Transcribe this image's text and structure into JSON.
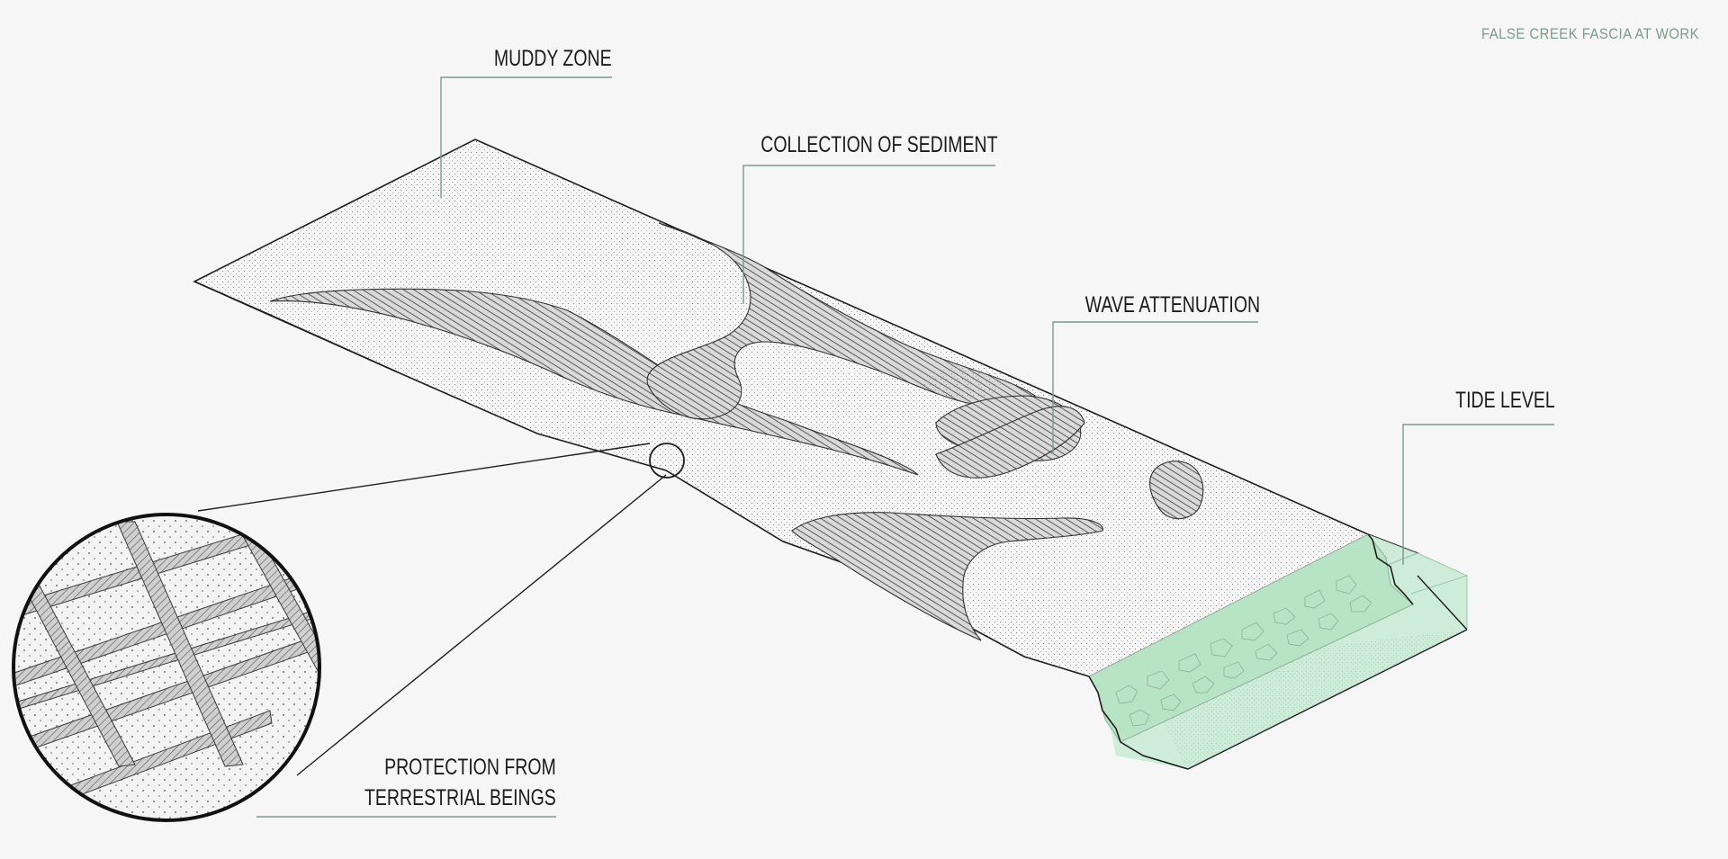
{
  "brand": {
    "title": "FALSE CREEK FASCIA AT WORK",
    "color": "#7c9a8d"
  },
  "labels": {
    "muddy_zone": "MUDDY ZONE",
    "sediment": "COLLECTION OF SEDIMENT",
    "wave": "WAVE ATTENUATION",
    "tide": "TIDE LEVEL",
    "protection_line1": "PROTECTION FROM",
    "protection_line2": "TERRESTRIAL BEINGS"
  },
  "colors": {
    "leader": "#7c9a8d",
    "outline": "#1e1e1e",
    "ridge": "#3a3a3a",
    "mud_dot": "#8a8a8a",
    "tide_green": "#c7ebd3",
    "rock_green": "#b8e4c6",
    "rock_edge": "#8fae9a"
  }
}
